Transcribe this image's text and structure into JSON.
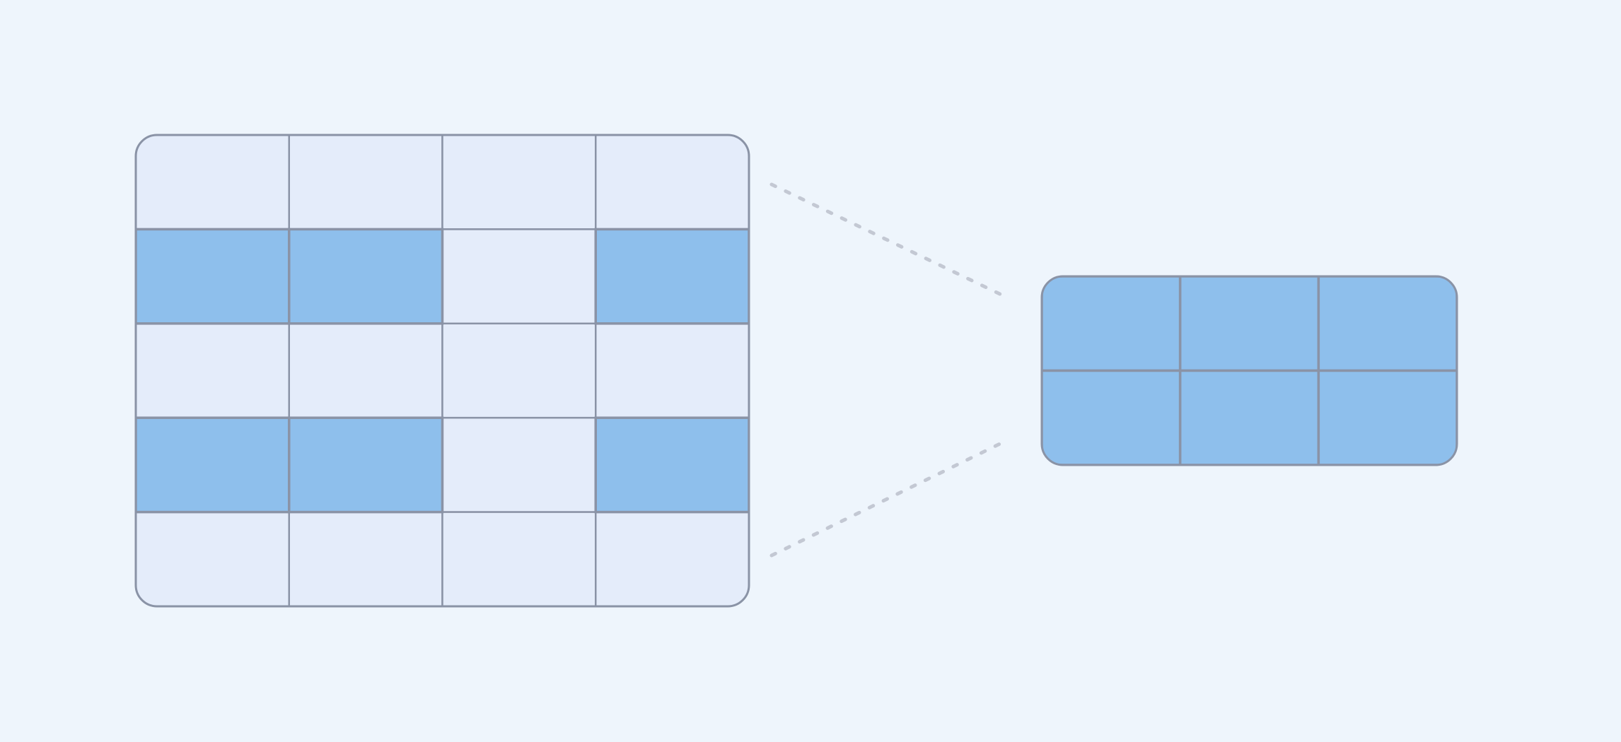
{
  "colors": {
    "background": "#eef5fc",
    "cell": "#e4ecfa",
    "highlight": "#8ebfec",
    "stroke": "#8a93a6",
    "connector": "#c3c8d3"
  },
  "source_grid": {
    "rows": 5,
    "cols": 4,
    "highlighted": [
      [
        0,
        0,
        0,
        0
      ],
      [
        1,
        1,
        0,
        1
      ],
      [
        0,
        0,
        0,
        0
      ],
      [
        1,
        1,
        0,
        1
      ],
      [
        0,
        0,
        0,
        0
      ]
    ]
  },
  "result_grid": {
    "rows": 2,
    "cols": 3,
    "highlighted": [
      [
        1,
        1,
        1
      ],
      [
        1,
        1,
        1
      ]
    ]
  }
}
